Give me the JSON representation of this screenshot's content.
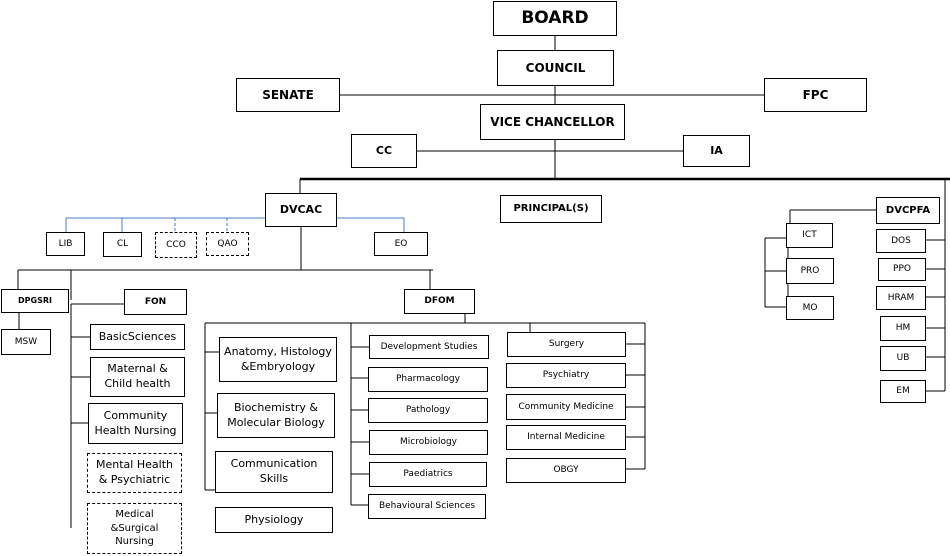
{
  "top": {
    "board": "BOARD",
    "council": "COUNCIL",
    "senate": "SENATE",
    "fpc": "FPC",
    "vice_chancellor": "VICE CHANCELLOR",
    "cc": "CC",
    "ia": "IA"
  },
  "dvcac": {
    "label": "DVCAC",
    "units": [
      "LIB",
      "CL",
      "CCO",
      "QAO",
      "EO"
    ]
  },
  "principal": "PRINCIPAL(S)",
  "dvcpfa": {
    "label": "DVCPFA",
    "left_units": [
      "ICT",
      "PRO",
      "MO"
    ],
    "right_units": [
      "DOS",
      "PPO",
      "HRAM",
      "HM",
      "UB",
      "EM"
    ]
  },
  "dpgsri": {
    "label": "DPGSRI",
    "child": "MSW"
  },
  "fon": {
    "label": "FON",
    "departments": [
      {
        "line1": "BasicSciences",
        "line2": ""
      },
      {
        "line1": "Maternal &",
        "line2": "Child health"
      },
      {
        "line1": "Community",
        "line2": "Health Nursing"
      },
      {
        "line1": "Mental Health",
        "line2": "& Psychiatric"
      },
      {
        "line1": "Medical",
        "line2": "&Surgical",
        "line3": "Nursing"
      }
    ]
  },
  "dfom": {
    "label": "DFOM",
    "col1": [
      {
        "line1": "Anatomy, Histology",
        "line2": "&Embryology"
      },
      {
        "line1": "Biochemistry &",
        "line2": "Molecular Biology"
      },
      {
        "line1": "Communication",
        "line2": "Skills"
      },
      {
        "line1": "Physiology",
        "line2": ""
      }
    ],
    "col2": [
      "Development Studies",
      "Pharmacology",
      "Pathology",
      "Microbiology",
      "Paediatrics",
      "Behavioural Sciences"
    ],
    "col3": [
      "Surgery",
      "Psychiatry",
      "Community Medicine",
      "Internal Medicine",
      "OBGY"
    ]
  }
}
